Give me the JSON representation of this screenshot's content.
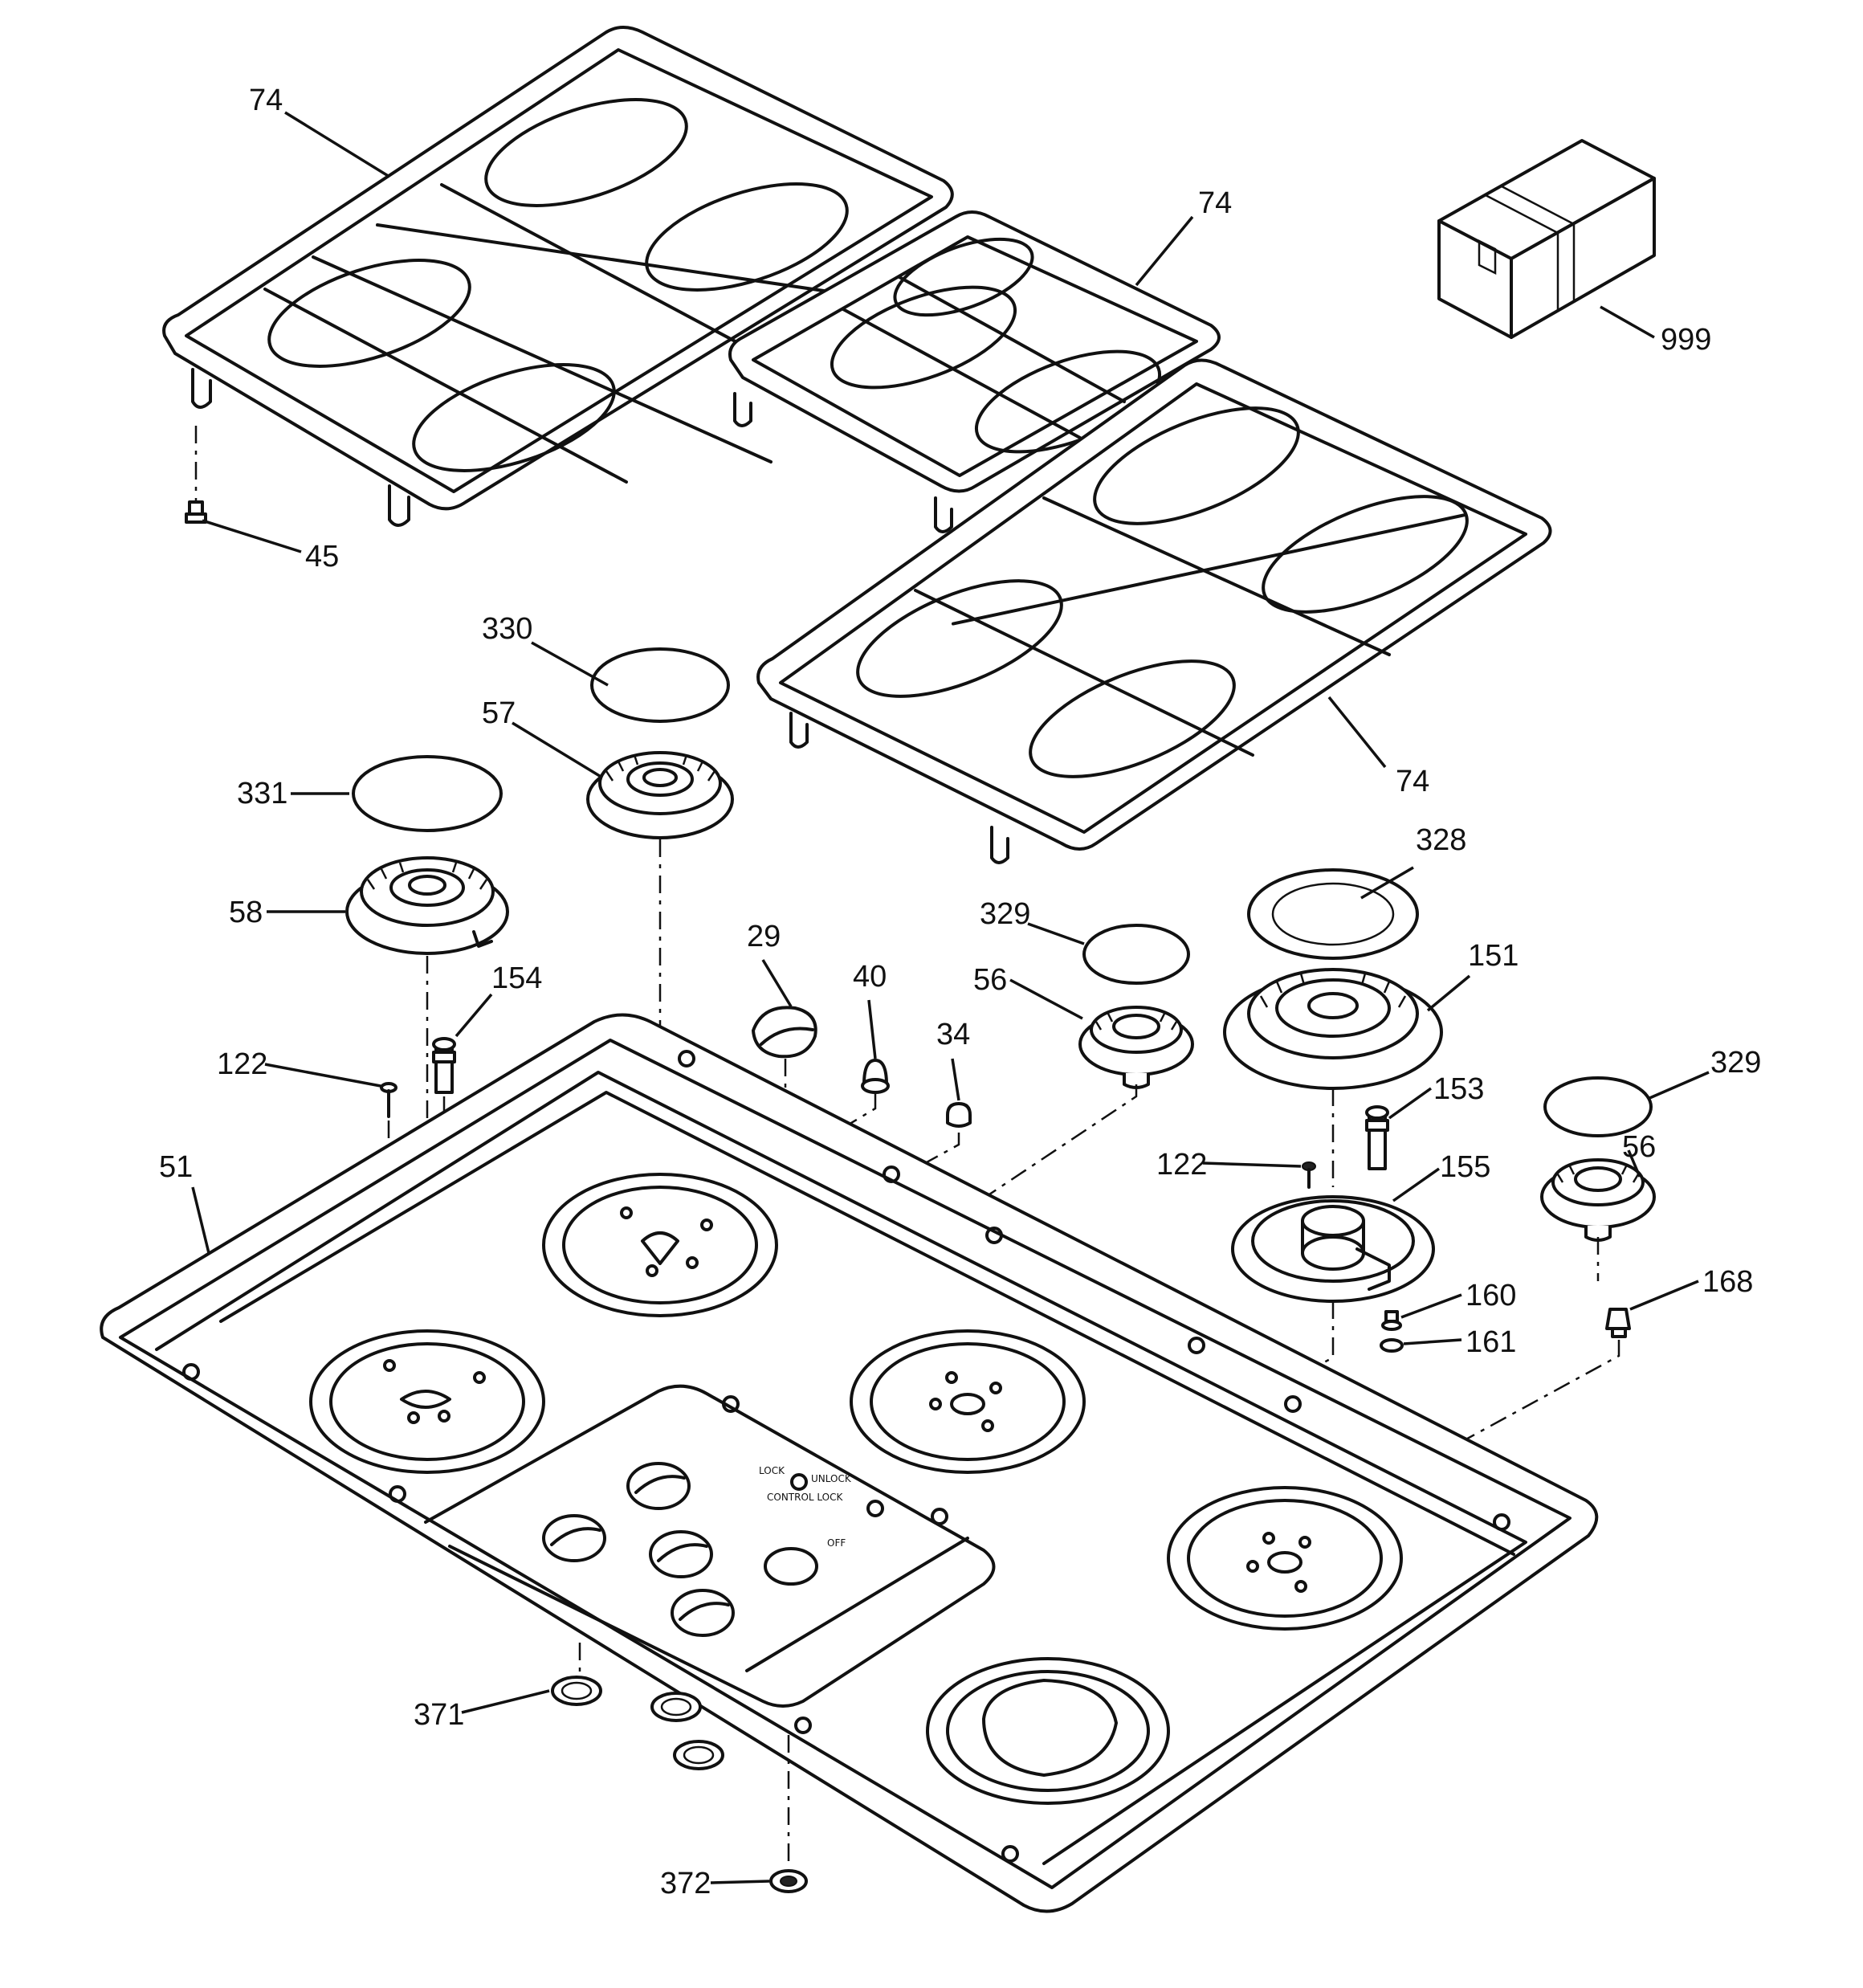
{
  "labels": {
    "grate_a": "74",
    "grate_b": "74",
    "grate_c": "74",
    "box": "999",
    "grate_foot": "45",
    "cap_330": "330",
    "head_57": "57",
    "cap_331": "331",
    "head_58": "58",
    "cap_328": "328",
    "cap_329_a": "329",
    "head_151": "151",
    "head_56_a": "56",
    "knob_29": "29",
    "knob_40": "40",
    "knob_34": "34",
    "elec_154": "154",
    "screw_122_a": "122",
    "cooktop_51": "51",
    "elec_153": "153",
    "screw_122_b": "122",
    "base_155": "155",
    "cap_329_b": "329",
    "head_56_b": "56",
    "orif_160": "160",
    "orif_161": "161",
    "part_168": "168",
    "grommet_371": "371",
    "grommet_372": "372"
  },
  "panel_text": {
    "lock": "LOCK",
    "unlock": "UNLOCK",
    "control_lock": "CONTROL LOCK",
    "off": "OFF"
  }
}
